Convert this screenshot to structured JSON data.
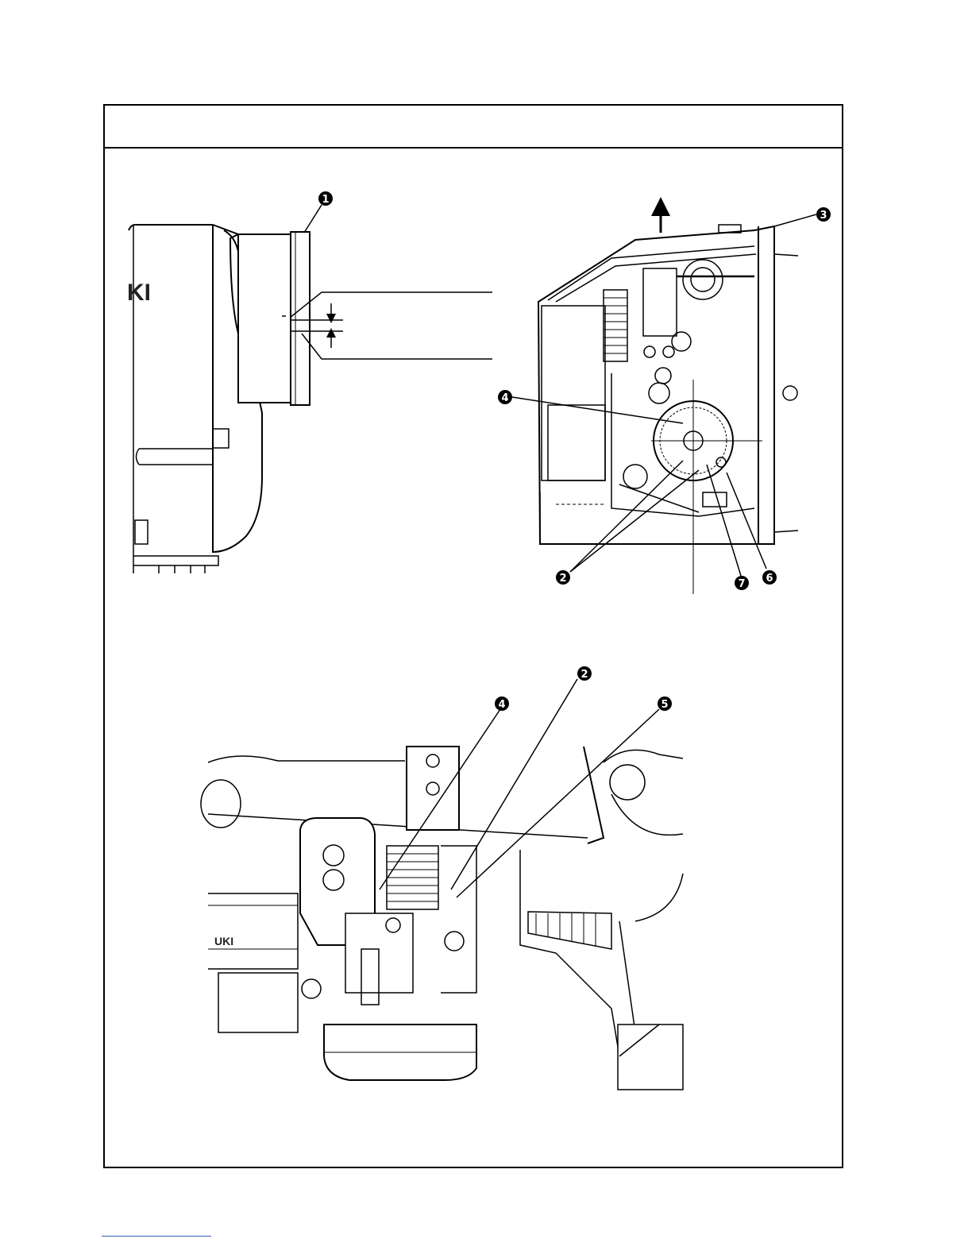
{
  "frame": {
    "header_title": ""
  },
  "figures": {
    "top_left": {
      "brand_fragment": "KI",
      "callouts": [
        {
          "label": "1"
        }
      ]
    },
    "top_right": {
      "callouts": [
        {
          "label": "3"
        },
        {
          "label": "4"
        },
        {
          "label": "2"
        },
        {
          "label": "7"
        },
        {
          "label": "6"
        }
      ]
    },
    "bottom": {
      "brand_fragment": "UKI",
      "callouts": [
        {
          "label": "2"
        },
        {
          "label": "4"
        },
        {
          "label": "5"
        }
      ]
    }
  },
  "colors": {
    "line": "#000000",
    "footer_rule": "#3a5bbf"
  }
}
